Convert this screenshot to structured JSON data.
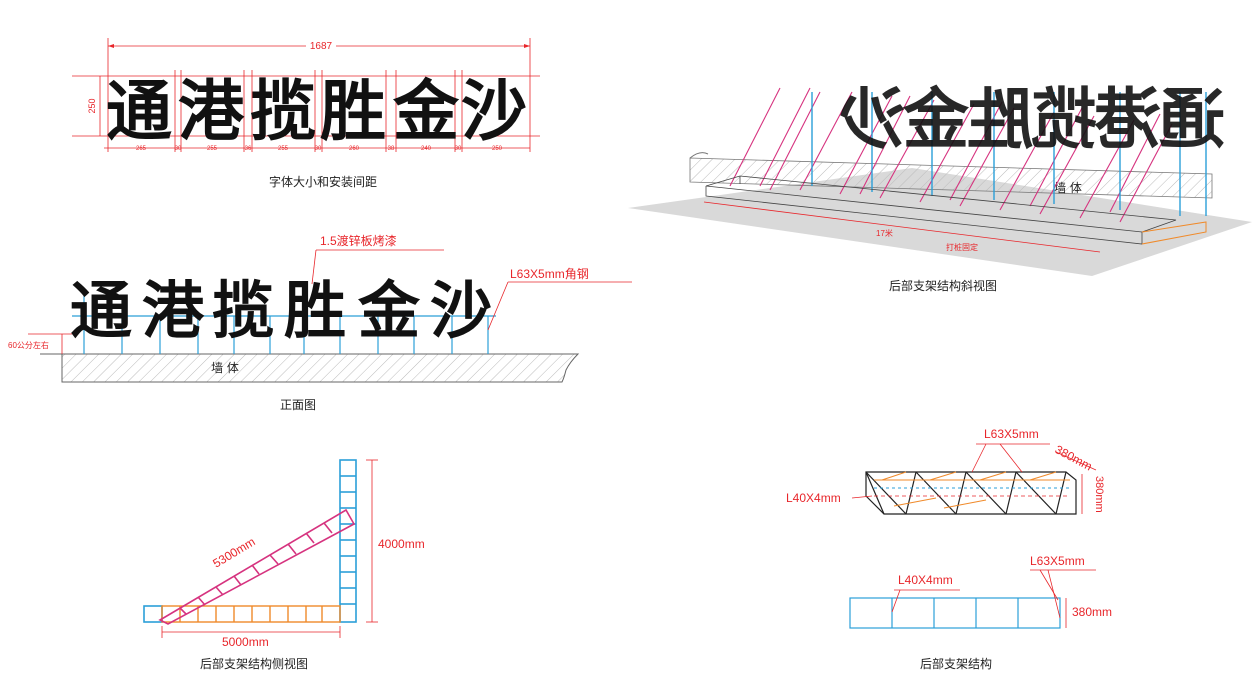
{
  "colors": {
    "dimension": "#e8262b",
    "frame_blue": "#2b9fd8",
    "diagonal_pink": "#d6337f",
    "bottom_orange": "#f08a2a",
    "truss_black": "#222222",
    "letter_black": "#111111",
    "ground_gray": "#d9d9d9"
  },
  "sign_text": "通港揽胜金沙",
  "sign_chars": [
    "通",
    "港",
    "揽",
    "胜",
    "金",
    "沙"
  ],
  "panel_top_left": {
    "caption": "字体大小和安装间距",
    "total_width": "1687",
    "height": "250",
    "segments": [
      "265",
      "30",
      "255",
      "36",
      "255",
      "30",
      "260",
      "38",
      "240",
      "30",
      "250"
    ]
  },
  "panel_front": {
    "caption": "正面图",
    "material_label": "1.5渡锌板烤漆",
    "angle_label": "L63X5mm角钢",
    "height_label": "60公分左右",
    "wall_label": "墙  体"
  },
  "panel_perspective": {
    "caption": "后部支架结构斜视图",
    "length_label": "17米",
    "anchor_label": "打桩固定",
    "wall_label": "墙  体",
    "mirrored_text": "通港揽胜金沙"
  },
  "panel_side": {
    "caption": "后部支架结构侧视图",
    "diagonal_label": "5300mm",
    "base_label": "5000mm",
    "height_label": "4000mm"
  },
  "panel_truss": {
    "caption": "后部支架结构",
    "top_member": "L63X5mm",
    "diag_member": "L40X4mm",
    "top_width": "380mm",
    "side_height": "380mm",
    "bottom_inner": "L40X4mm",
    "bottom_outer": "L63X5mm",
    "bottom_height": "380mm"
  }
}
